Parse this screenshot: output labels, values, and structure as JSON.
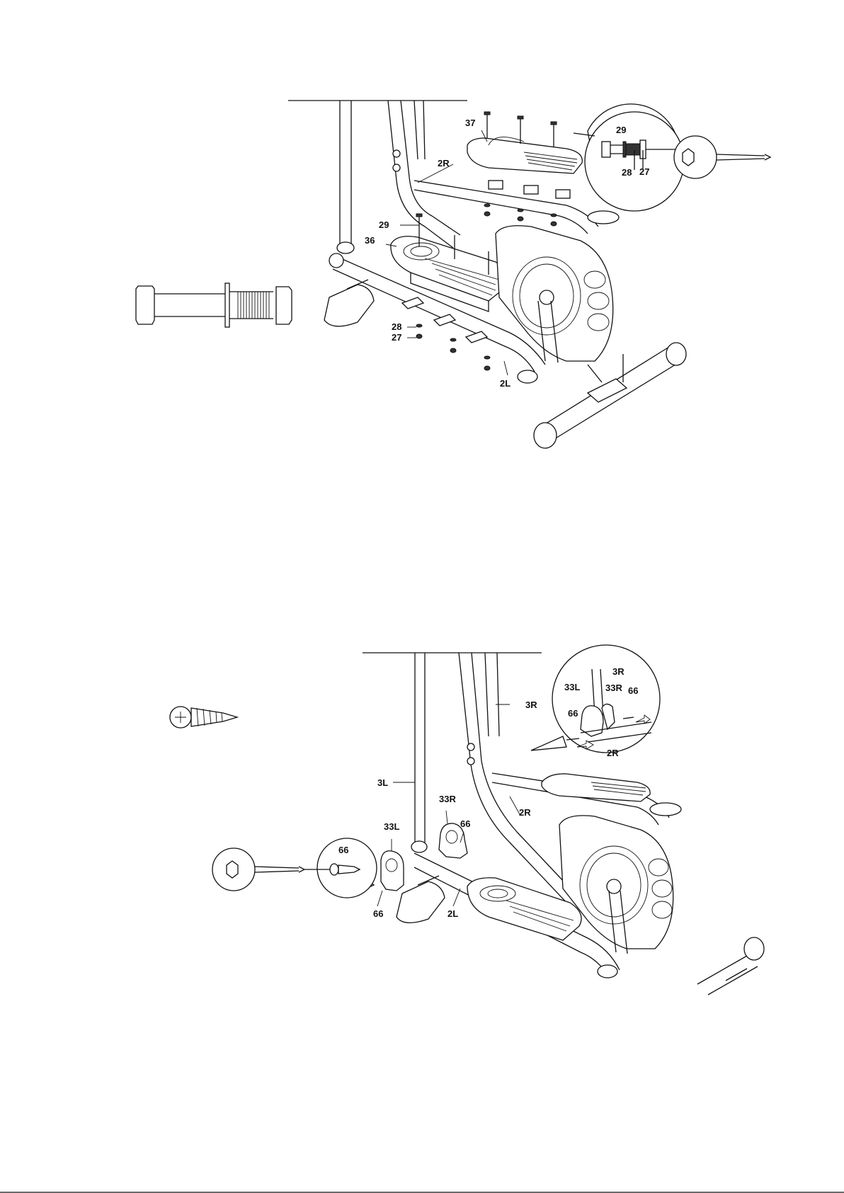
{
  "diagram1": {
    "labels": {
      "p37": "37",
      "p2R": "2R",
      "p29": "29",
      "p36": "36",
      "p28": "28",
      "p27": "27",
      "p2L": "2L"
    },
    "callout": {
      "p29": "29",
      "p28": "28",
      "p27": "27"
    }
  },
  "diagram2": {
    "labels": {
      "p3R": "3R",
      "p3L": "3L",
      "p2R": "2R",
      "p33R": "33R",
      "p33L": "33L",
      "p66a": "66",
      "p66b": "66",
      "p2L": "2L"
    },
    "callout_top": {
      "p3R": "3R",
      "p33L": "33L",
      "p33R": "33R",
      "p66a": "66",
      "p66b": "66",
      "p2R": "2R"
    },
    "callout_screw": {
      "p66": "66"
    }
  }
}
